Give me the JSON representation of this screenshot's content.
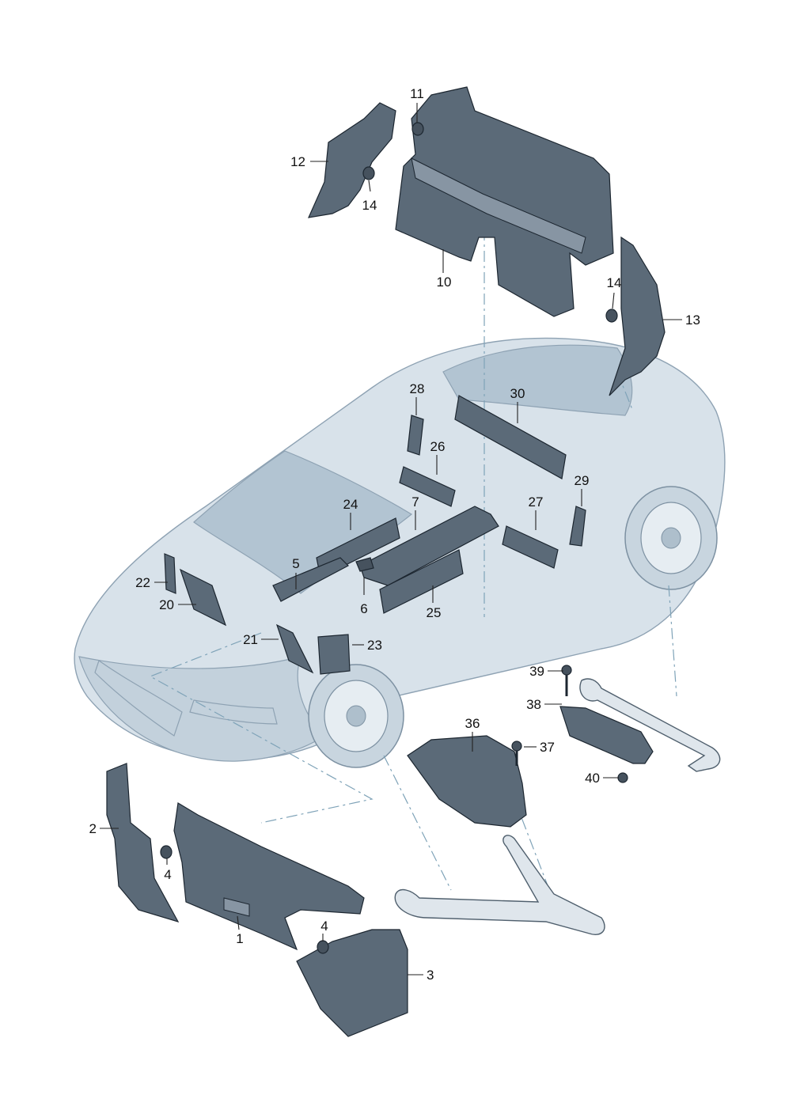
{
  "callouts": {
    "c1": "1",
    "c2": "2",
    "c3": "3",
    "c4a": "4",
    "c4b": "4",
    "c5": "5",
    "c6": "6",
    "c7": "7",
    "c10": "10",
    "c11": "11",
    "c12": "12",
    "c13": "13",
    "c14a": "14",
    "c14b": "14",
    "c20": "20",
    "c21": "21",
    "c22": "22",
    "c23": "23",
    "c24": "24",
    "c25": "25",
    "c26": "26",
    "c27": "27",
    "c28": "28",
    "c29": "29",
    "c30": "30",
    "c36": "36",
    "c37": "37",
    "c38": "38",
    "c39": "39",
    "c40": "40"
  },
  "colors": {
    "insulation": "#5b6a78",
    "car_body": "#d8e2ea",
    "leader_dash": "#7fa3b8"
  }
}
